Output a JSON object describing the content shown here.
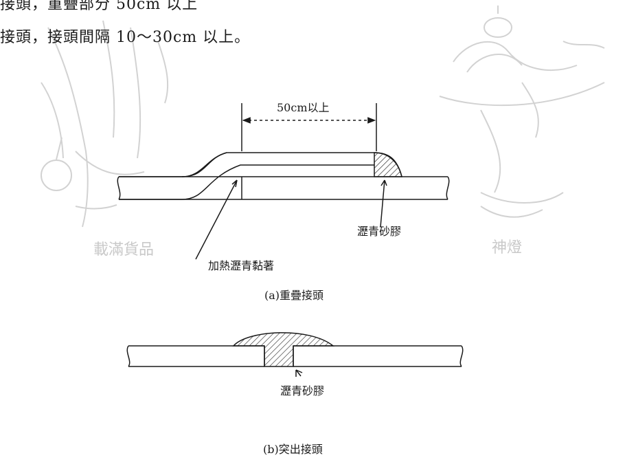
{
  "text": {
    "line1": "接頭，重疊部分 50cm 以上",
    "line2": "接頭，接頭間隔 10～30cm 以上。"
  },
  "watermark": {
    "left": "載滿貨品",
    "right": "神燈"
  },
  "figure_a": {
    "dimension": "50cm以上",
    "sealant_label": "瀝青砂膠",
    "adhesive_label": "加熱瀝青黏著",
    "caption": "(a)重疊接頭"
  },
  "figure_b": {
    "sealant_label": "瀝青砂膠",
    "caption": "(b)突出接頭"
  },
  "colors": {
    "line": "#1a1a1a",
    "watermark": "#cfcfcf"
  }
}
